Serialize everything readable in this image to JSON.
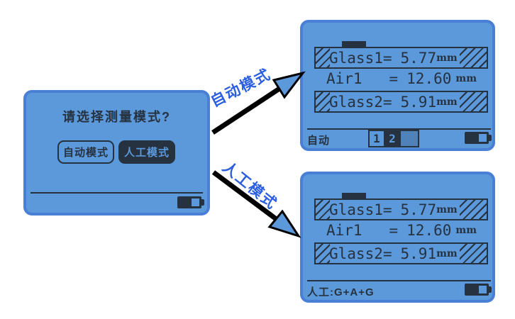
{
  "colors": {
    "screen_bg": "#5b99da",
    "screen_border": "#4a7fd6",
    "dark_pixels": "#263240",
    "arrow_label_blue": "#2c5fe0"
  },
  "dialog": {
    "title": "请选择测量模式?",
    "auto_button": "自动模式",
    "manual_button": "人工模式",
    "selected_button": "人工模式"
  },
  "arrows": {
    "auto_label": "自动模式",
    "manual_label": "人工模式"
  },
  "auto_screen": {
    "rows": [
      {
        "label": "Glass1=",
        "value": "5.77",
        "unit": "mm"
      },
      {
        "label": "Air1   =",
        "value": "12.60",
        "unit": "mm"
      },
      {
        "label": "Glass2=",
        "value": "5.91",
        "unit": "mm"
      }
    ],
    "status": "自动",
    "pager": {
      "page1": "1",
      "page2": "2",
      "active": "2"
    }
  },
  "manual_screen": {
    "rows": [
      {
        "label": "Glass1=",
        "value": "5.77",
        "unit": "mm"
      },
      {
        "label": "Air1   =",
        "value": "12.60",
        "unit": "mm"
      },
      {
        "label": "Glass2=",
        "value": "5.91",
        "unit": "mm"
      }
    ],
    "status": "人工:G+A+G"
  }
}
